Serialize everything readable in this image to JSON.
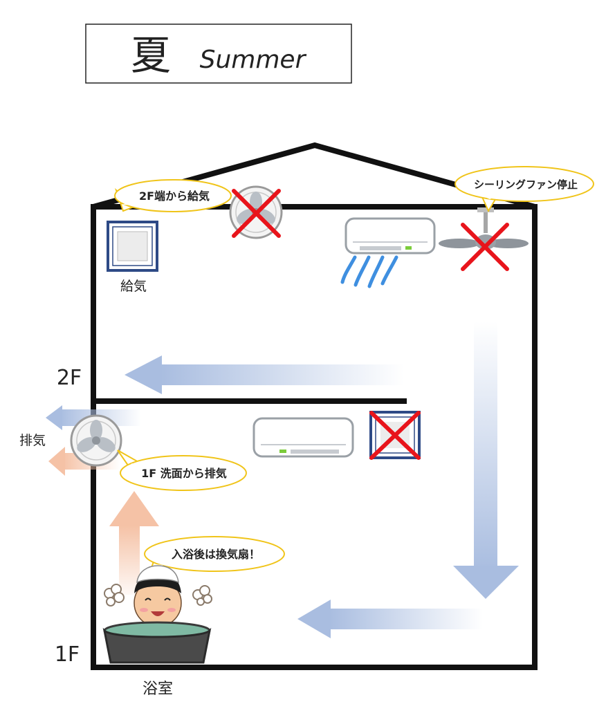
{
  "title": {
    "kanji": "夏",
    "english": "Summer"
  },
  "floors": {
    "upper": "2F",
    "lower": "1F"
  },
  "labels": {
    "supply": "給気",
    "exhaust": "排気",
    "bathroom": "浴室"
  },
  "callouts": {
    "supply_2f": "2F端から給気",
    "ceiling_fan_stop": "シーリングファン停止",
    "exhaust_1f": "1F 洗面から排気",
    "after_bath": "入浴後は換気扇！"
  },
  "colors": {
    "wall": "#111111",
    "cool_arrow": "#a9bde0",
    "warm_arrow": "#f5c2a6",
    "x_mark": "#e8141b",
    "callout_border": "#f0c419",
    "vent_frame": "#2e4a86",
    "ac_wind": "#3f8fe0"
  }
}
